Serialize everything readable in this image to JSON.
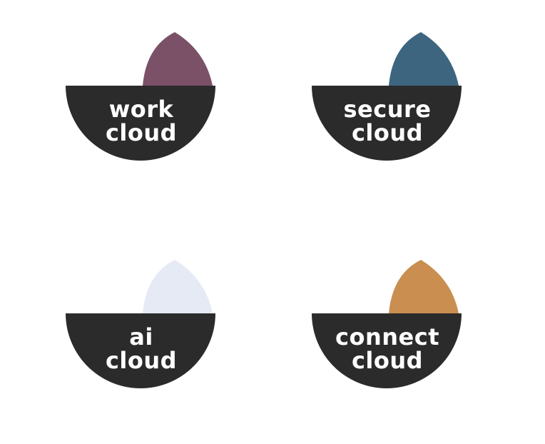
{
  "logos": [
    {
      "line1": "work",
      "line2": "cloud",
      "accent": "#7b5168"
    },
    {
      "line1": "secure",
      "line2": "cloud",
      "accent": "#3e6580"
    },
    {
      "line1": "ai",
      "line2": "cloud",
      "accent": "#e5eaf5"
    },
    {
      "line1": "connect",
      "line2": "cloud",
      "accent": "#c98e50"
    }
  ],
  "base_color": "#2b2b2b",
  "text_color": "#ffffff"
}
